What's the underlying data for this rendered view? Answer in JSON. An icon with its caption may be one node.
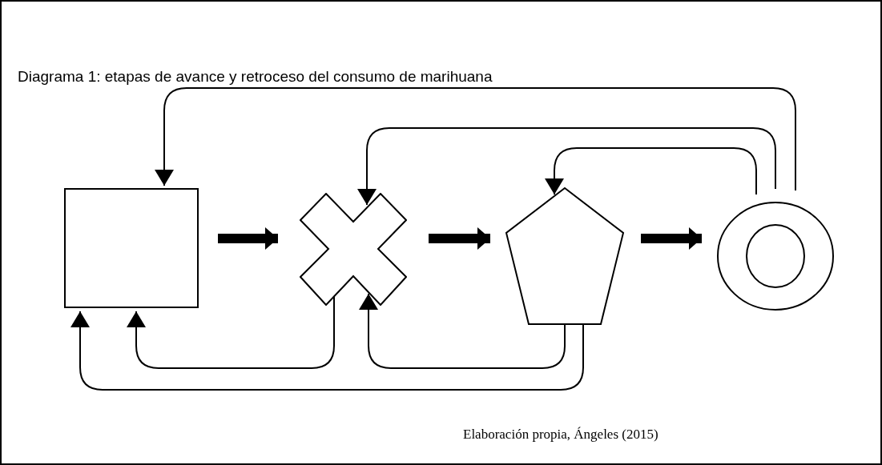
{
  "diagram": {
    "title": "Diagrama 1: etapas de avance y retroceso del consumo de marihuana",
    "caption": "Elaboración propia, Ángeles (2015)",
    "nodes": [
      {
        "text": [],
        "shape": "box"
      },
      {
        "text": [],
        "shape": "cross"
      },
      {
        "text": [],
        "shape": "pentagon"
      },
      {
        "text": [],
        "shape": "ring"
      }
    ],
    "edges": [
      {
        "from": 0,
        "to": 1,
        "arrow": "to",
        "style": "thick"
      },
      {
        "from": 1,
        "to": 2,
        "arrow": "to",
        "style": "thick"
      },
      {
        "from": 2,
        "to": 3,
        "arrow": "to",
        "style": "thick"
      },
      {
        "from": 3,
        "to": 0,
        "arrow": "to"
      },
      {
        "from": 3,
        "to": 1,
        "arrow": "to"
      },
      {
        "from": 3,
        "to": 2,
        "arrow": "to"
      },
      {
        "from": 1,
        "to": 0,
        "arrow": "to"
      },
      {
        "from": 2,
        "to": 1,
        "arrow": "to"
      },
      {
        "from": 2,
        "to": 0,
        "arrow": "to"
      }
    ]
  }
}
